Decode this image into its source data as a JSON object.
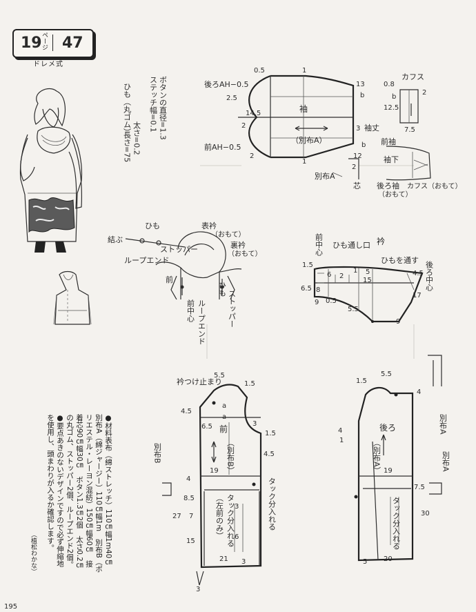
{
  "badge": {
    "size": "19",
    "unit_label": "ページ",
    "pattern_no": "47"
  },
  "method": "ドレメ式",
  "page_number": "195",
  "author": "（植松わかな）",
  "notes": {
    "materials_heading": "●材料",
    "materials_text": "表布（綿ストレッチ）110㎝幅1m40㎝　別布A（綿ジャージー）110㎝幅1m　別布B（ポリエステル・レーヨン混紡）150㎝幅60㎝　接着芯90㎝幅30㎝　ボタン1.3㎝2個　太さ0.2㎝の丸ゴム、ストッパー2個、ループエンド2個。",
    "points_heading": "●要点",
    "points_text": "あきのないデザインですので必ず伸縮地を使用し、頭まわりが入るか確認します。"
  },
  "specs": {
    "button": "ボタンの直径=1.3",
    "stitch": "ステッチ幅=0.1",
    "cord": "ひも（丸ゴム）",
    "cord_width": "太さ=0.2",
    "cord_length": "長さ=75"
  },
  "sleeve": {
    "title": "袖",
    "fabric": "（別布A）",
    "back_ah": "後ろAH−0.5",
    "front_ah": "前AH−0.5",
    "sleeve_length": "袖丈",
    "facing": "別布A",
    "seam": "芯",
    "dims": {
      "d05": "0.5",
      "d1a": "1",
      "d13": "13",
      "db1": "b",
      "d25": "2.5",
      "d145": "14.5",
      "d3": "3",
      "d2a": "2",
      "d1b": "1",
      "db2": "b",
      "d12": "12",
      "d2b": "2",
      "d2c": "2"
    }
  },
  "cuff": {
    "title": "カフス",
    "d08": "0.8",
    "db": "b",
    "d2": "2",
    "d125": "12.5",
    "d75": "7.5",
    "front_sleeve": "前袖",
    "under_sleeve": "袖下",
    "back_sleeve": "後ろ袖",
    "back_sleeve_sub": "（おもて）",
    "cuff_right": "カフス（おもて）"
  },
  "hood_assembly": {
    "cord": "ひも",
    "tie": "結ぶ",
    "stopper": "ストッパー",
    "loop_end": "ループエンド",
    "outer_collar": "表衿",
    "outer_sub": "（おもて）",
    "inner_collar": "裏衿",
    "inner_sub": "（おもて）",
    "front": "前",
    "center_front": "前中心",
    "loop_end_v": "ループエンド",
    "cord_v": "ひも",
    "stopper_v": "ストッパー"
  },
  "collar": {
    "title": "衿",
    "center_front": "前中心",
    "cord_hole": "ひも通し口",
    "thread_cord": "ひもを通す",
    "center_back": "後ろ中心",
    "dims": {
      "d15a": "1.5",
      "d6": "6",
      "d2": "2",
      "d1": "1",
      "d15b": "15",
      "d5": "5",
      "d45": "4.5",
      "d65": "6.5",
      "d8": "8",
      "d05": "0.5",
      "d9a": "9",
      "d55": "5.5",
      "d17": "17",
      "d9b": "9"
    }
  },
  "front_body": {
    "title": "前",
    "collar_stop": "衿つけ止まり",
    "fabric_b": "（別布B）",
    "fabric_b_side": "別布B",
    "tuck_note": "タック分入れる",
    "tuck_in": "タック分入れる",
    "left_front_only": "（左前のみ）",
    "dims": {
      "d55": "5.5",
      "d15": "1.5",
      "d45a": "4.5",
      "da1": "a",
      "d65": "6.5",
      "da2": "a",
      "d3a": "3",
      "d15b": "1.5",
      "d45b": "4.5",
      "d19": "19",
      "d4": "4",
      "d85": "8.5",
      "d27": "27",
      "d7": "7",
      "d3b": "3",
      "d6": "6",
      "d15c": "15",
      "d21": "21",
      "d3c": "3",
      "d3d": "3"
    }
  },
  "back_body": {
    "title": "後ろ",
    "fabric_a": "（別布A）",
    "fabric_a_side1": "別布A",
    "fabric_a_side2": "別布A",
    "tuck_in": "タック分入れる",
    "dims": {
      "d15": "1.5",
      "d55": "5.5",
      "d4a": "4",
      "d4b": "4",
      "d1": "1",
      "d19": "19",
      "d75": "7.5",
      "d30": "30",
      "d5": "5",
      "d20": "20"
    }
  }
}
